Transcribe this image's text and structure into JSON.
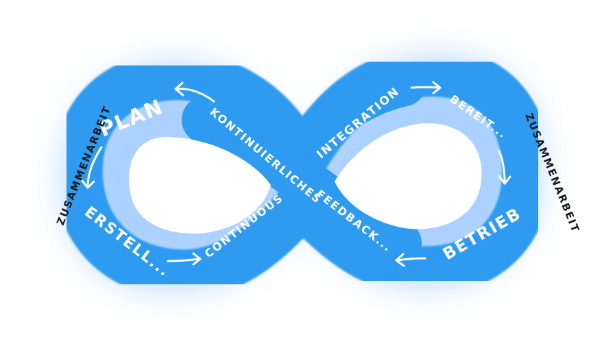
{
  "labels": {
    "plan": "PLAN",
    "erstell": "ERSTELL...",
    "continuous": "CONTINUOUS",
    "integration": "INTEGRATION",
    "bereit": "BEREIT...",
    "betrieb": "BETRIEB",
    "feedback_line1": "KONTINUIERLICHES",
    "feedback_line2": "FEEDBACK...",
    "collab_left": "ZUSAMMENARBEIT",
    "collab_right": "ZUSAMMENARBEIT"
  },
  "colors": {
    "loop": "#2f9bf0",
    "loop_edge": "#1e86dc",
    "glow": "#9ec9ff",
    "text_light": "#ffffff",
    "text_dark": "#1a1a1a"
  }
}
